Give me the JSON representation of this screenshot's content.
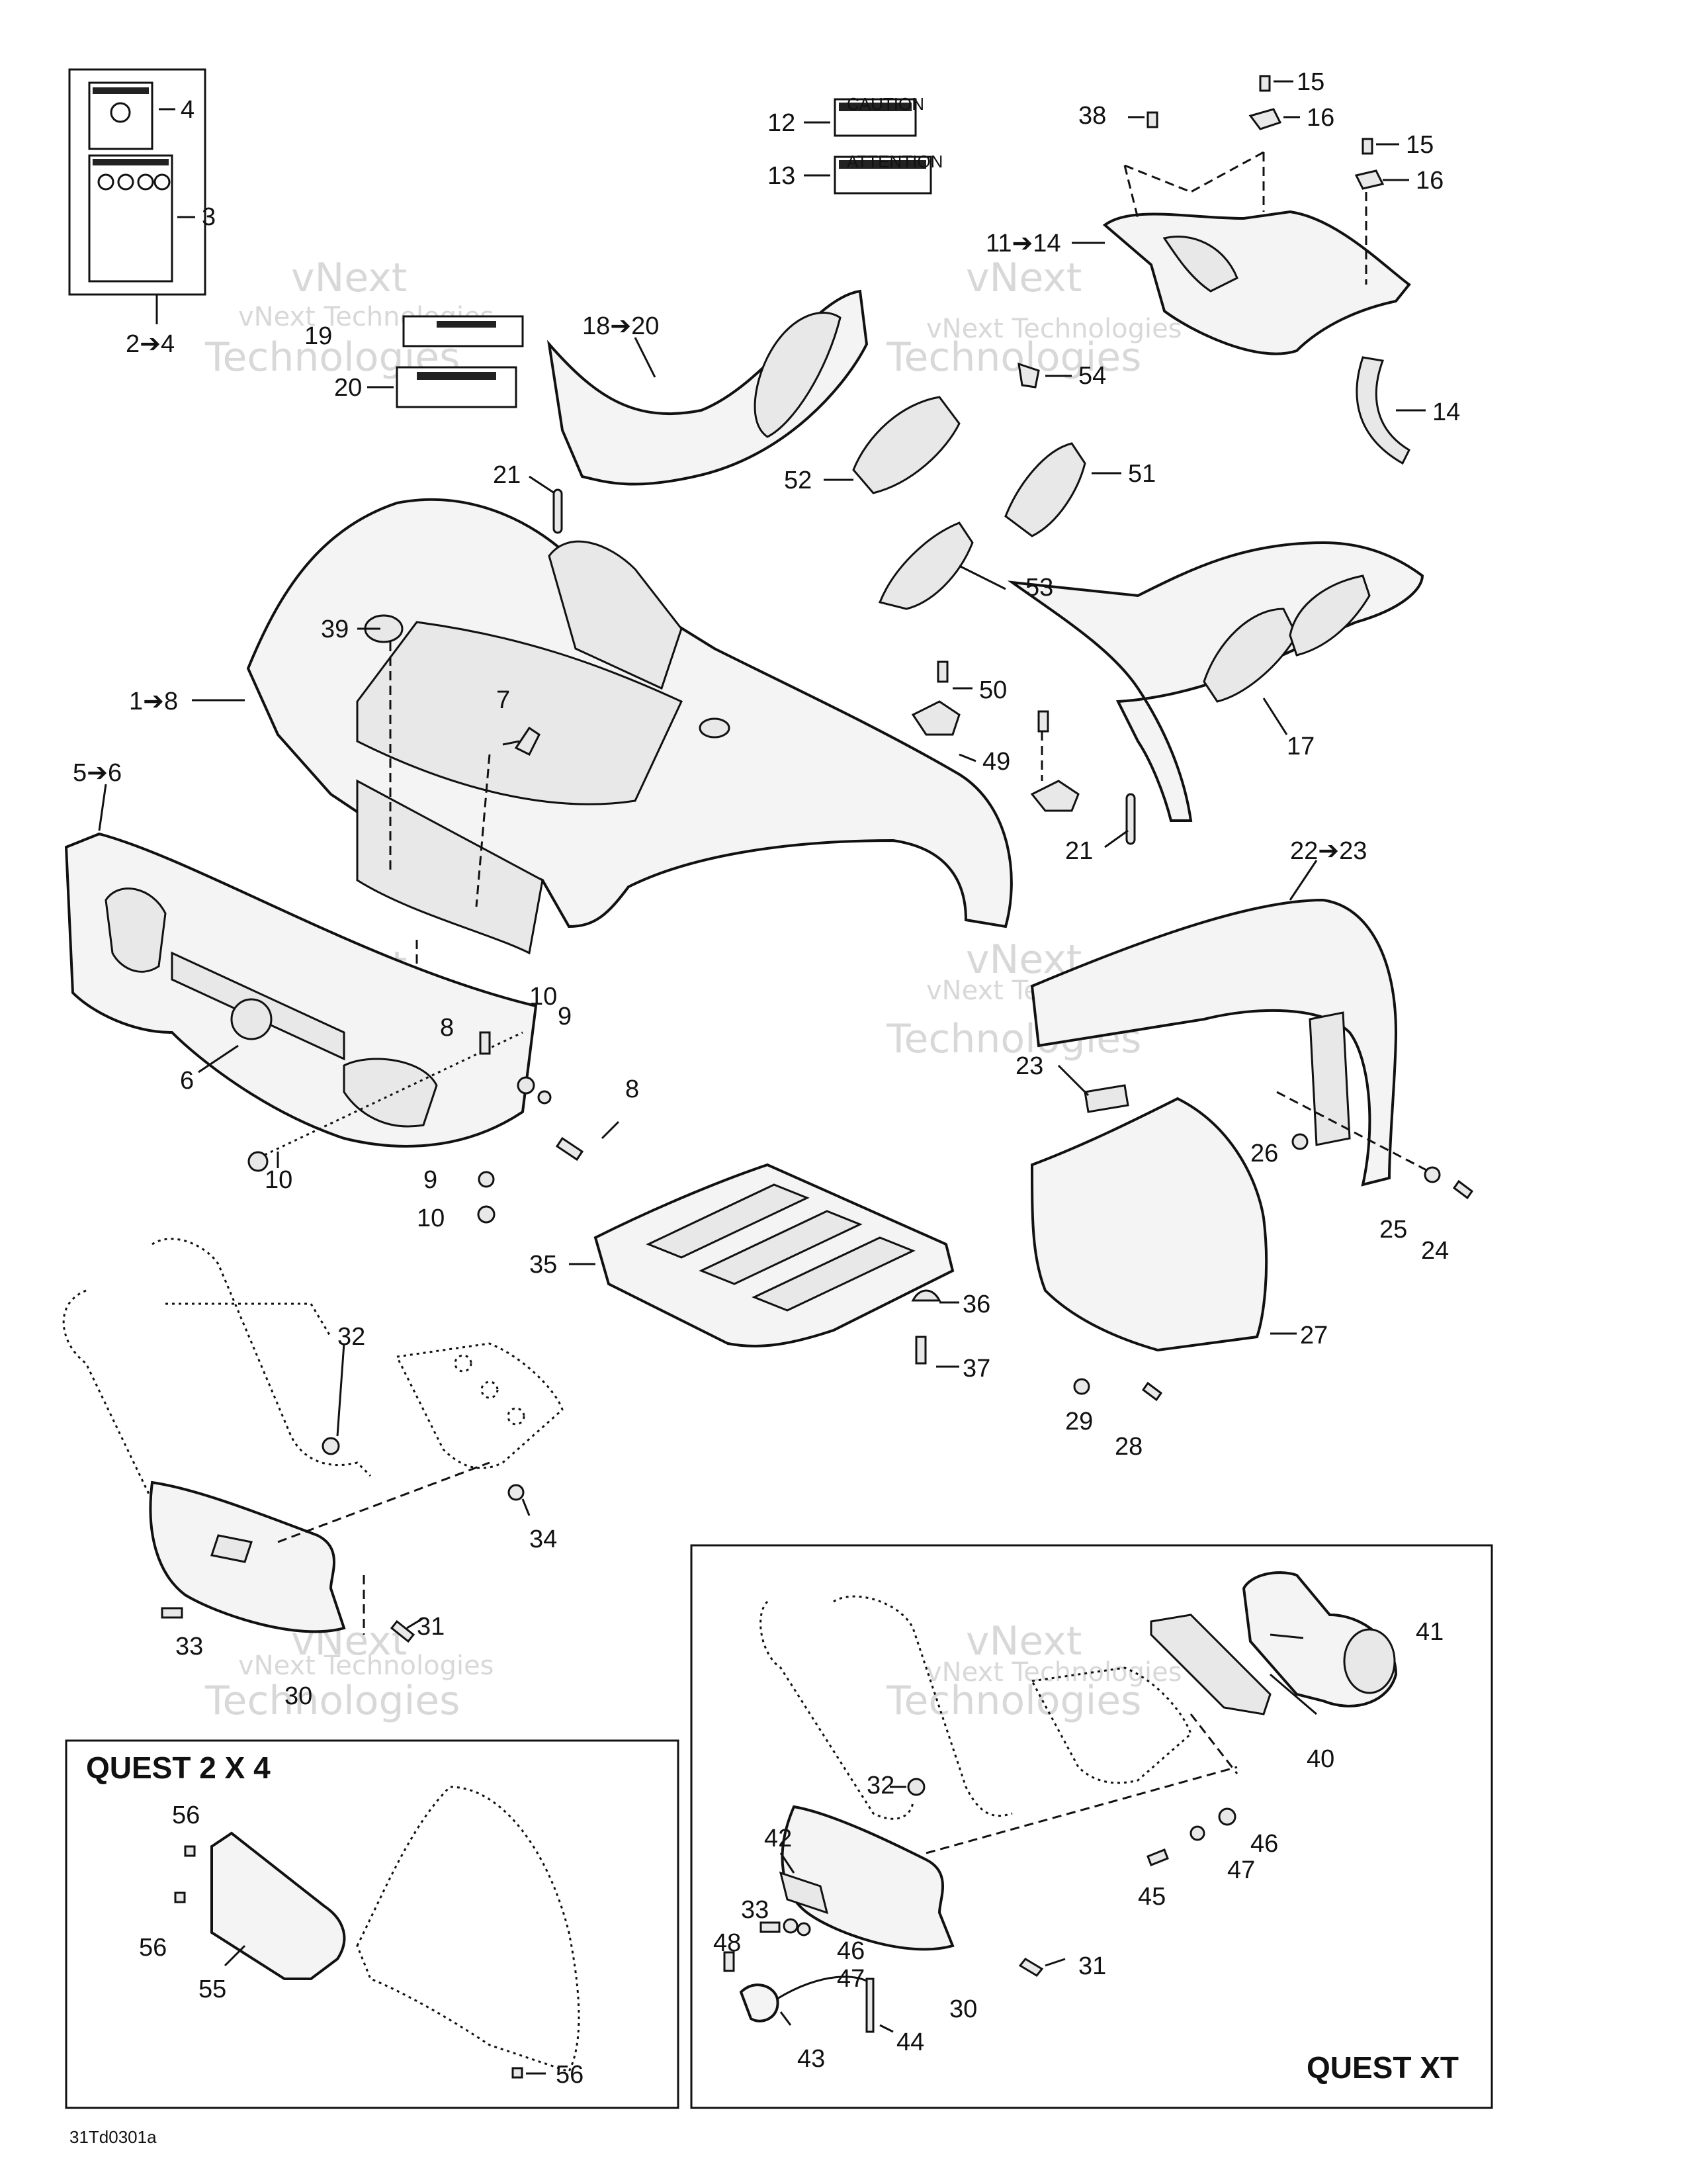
{
  "callouts": [
    {
      "id": "c4",
      "text": "4"
    },
    {
      "id": "c3",
      "text": "3"
    },
    {
      "id": "c2to4",
      "text": "2➔4"
    },
    {
      "id": "c12",
      "text": "12"
    },
    {
      "id": "c13",
      "text": "13"
    },
    {
      "id": "c15a",
      "text": "15"
    },
    {
      "id": "c16a",
      "text": "16"
    },
    {
      "id": "c38",
      "text": "38"
    },
    {
      "id": "c15b",
      "text": "15"
    },
    {
      "id": "c16b",
      "text": "16"
    },
    {
      "id": "c11to14",
      "text": "11➔14"
    },
    {
      "id": "c19",
      "text": "19"
    },
    {
      "id": "c18to20",
      "text": "18➔20"
    },
    {
      "id": "c20",
      "text": "20"
    },
    {
      "id": "c54",
      "text": "54"
    },
    {
      "id": "c14",
      "text": "14"
    },
    {
      "id": "c21a",
      "text": "21"
    },
    {
      "id": "c52",
      "text": "52"
    },
    {
      "id": "c51",
      "text": "51"
    },
    {
      "id": "c53",
      "text": "53"
    },
    {
      "id": "c39",
      "text": "39"
    },
    {
      "id": "c1to8",
      "text": "1➔8"
    },
    {
      "id": "c7",
      "text": "7"
    },
    {
      "id": "c50",
      "text": "50"
    },
    {
      "id": "c49",
      "text": "49"
    },
    {
      "id": "c17",
      "text": "17"
    },
    {
      "id": "c5to6",
      "text": "5➔6"
    },
    {
      "id": "c21b",
      "text": "21"
    },
    {
      "id": "c22to23",
      "text": "22➔23"
    },
    {
      "id": "c10a",
      "text": "10"
    },
    {
      "id": "c9a",
      "text": "9"
    },
    {
      "id": "c8a",
      "text": "8"
    },
    {
      "id": "c6",
      "text": "6"
    },
    {
      "id": "c8b",
      "text": "8"
    },
    {
      "id": "c10b",
      "text": "10"
    },
    {
      "id": "c9b",
      "text": "9"
    },
    {
      "id": "c10c",
      "text": "10"
    },
    {
      "id": "c23",
      "text": "23"
    },
    {
      "id": "c26",
      "text": "26"
    },
    {
      "id": "c25",
      "text": "25"
    },
    {
      "id": "c24",
      "text": "24"
    },
    {
      "id": "c35",
      "text": "35"
    },
    {
      "id": "c36",
      "text": "36"
    },
    {
      "id": "c37",
      "text": "37"
    },
    {
      "id": "c27",
      "text": "27"
    },
    {
      "id": "c32a",
      "text": "32"
    },
    {
      "id": "c29",
      "text": "29"
    },
    {
      "id": "c28",
      "text": "28"
    },
    {
      "id": "c34",
      "text": "34"
    },
    {
      "id": "c33a",
      "text": "33"
    },
    {
      "id": "c31a",
      "text": "31"
    },
    {
      "id": "c30a",
      "text": "30"
    },
    {
      "id": "c41",
      "text": "41"
    },
    {
      "id": "c40",
      "text": "40"
    },
    {
      "id": "c56a",
      "text": "56"
    },
    {
      "id": "c32b",
      "text": "32"
    },
    {
      "id": "c46a",
      "text": "46"
    },
    {
      "id": "c47a",
      "text": "47"
    },
    {
      "id": "c45",
      "text": "45"
    },
    {
      "id": "c42",
      "text": "42"
    },
    {
      "id": "c56b",
      "text": "56"
    },
    {
      "id": "c55",
      "text": "55"
    },
    {
      "id": "c33b",
      "text": "33"
    },
    {
      "id": "c46b",
      "text": "46"
    },
    {
      "id": "c47b",
      "text": "47"
    },
    {
      "id": "c48",
      "text": "48"
    },
    {
      "id": "c31b",
      "text": "31"
    },
    {
      "id": "c30b",
      "text": "30"
    },
    {
      "id": "c44",
      "text": "44"
    },
    {
      "id": "c43",
      "text": "43"
    },
    {
      "id": "c56c",
      "text": "56"
    }
  ],
  "panels": {
    "quest_2x4": "QUEST 2 X 4",
    "quest_xt": "QUEST XT"
  },
  "decals": {
    "caution": "CAUTION",
    "attention": "ATTENTION"
  },
  "watermark": {
    "line1": "vNext Technologies",
    "line2": "vNext",
    "line3": "Technologies"
  },
  "drawing_code": "31Td0301a"
}
